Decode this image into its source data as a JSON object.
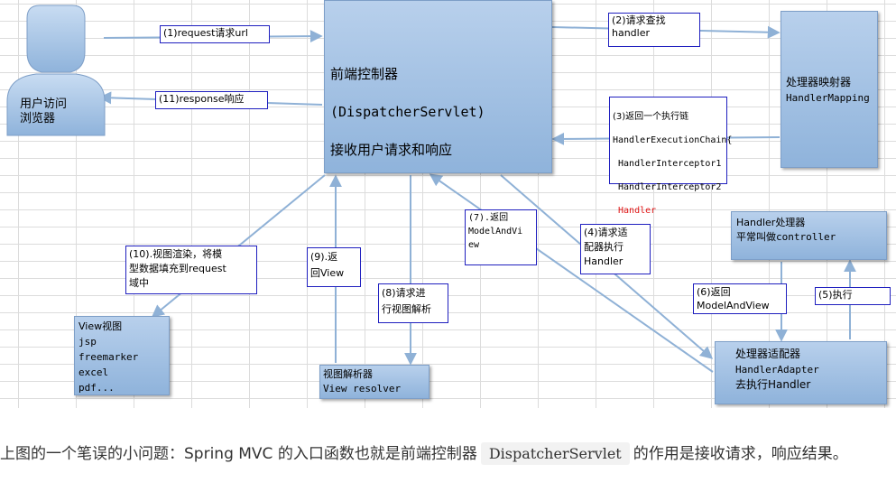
{
  "diagram": {
    "user": {
      "label": "用户访问\n浏览器",
      "icon": "user-silhouette-icon"
    },
    "dispatcher": {
      "line1": "前端控制器",
      "line2": "(DispatcherServlet)",
      "line3": "接收用户请求和响应"
    },
    "handler_mapping": {
      "line1": "处理器映射器",
      "line2": "HandlerMapping"
    },
    "handler": {
      "line1": "Handler处理器",
      "line2": "平常叫做controller"
    },
    "handler_adapter": {
      "line1": "处理器适配器",
      "line2": "HandlerAdapter",
      "line3": "去执行Handler"
    },
    "view_resolver": {
      "line1": "视图解析器",
      "line2": "View resolver"
    },
    "view": {
      "lines": [
        "View视图",
        "jsp",
        "freemarker",
        "excel",
        "pdf..."
      ]
    },
    "steps": {
      "s1": "(1)request请求url",
      "s2": "(2)请求查找\nhandler",
      "s3_title": "(3)返回一个执行链",
      "s3_l1": "HandlerExecutionChain{",
      "s3_l2": " HandlerInterceptor1",
      "s3_l3": " HandlerInterceptor2",
      "s3_l4": " Handler",
      "s3_l5": "}",
      "s4": "(4)请求适\n配器执行\nHandler",
      "s5": "(5)执行",
      "s6": "(6)返回\nModelAndView",
      "s7": "(7).返回\nModelAndVi\new",
      "s8": "(8)请求进\n行视图解析",
      "s9": "(9).返\n回View",
      "s10": "(10).视图渲染，将模\n型数据填充到request\n域中",
      "s11": "(11)response响应"
    },
    "colors": {
      "box_top": "#b8d0ec",
      "box_bottom": "#8fb3db",
      "arrow": "#8fb1d6",
      "label_border": "#1f1fbf",
      "highlight": "#e01515"
    }
  },
  "caption": {
    "before": "上图的一个笔误的小问题：Spring MVC 的入口函数也就是前端控制器",
    "code": "DispatcherServlet",
    "after": "的作用是接收请求，响应结果。"
  }
}
